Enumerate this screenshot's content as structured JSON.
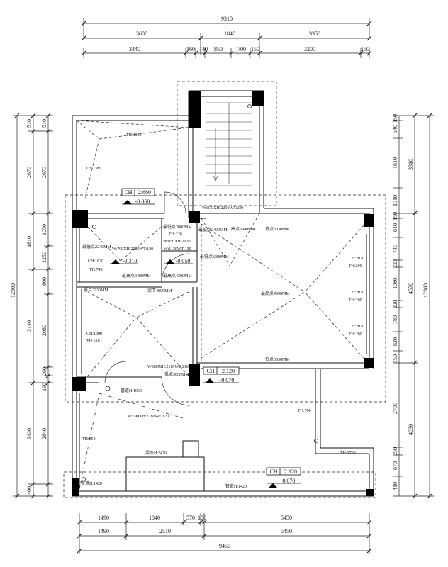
{
  "dimensions": {
    "top_total": "9310",
    "top_row1": [
      "3600",
      "1840",
      "3350"
    ],
    "top_row2": [
      "3440",
      "160",
      "140",
      "850",
      "700",
      "150",
      "3200",
      "150"
    ],
    "bottom_row1": [
      "1490",
      "1840",
      "570",
      "100",
      "5450"
    ],
    "bottom_row2": [
      "1490",
      "2510",
      "5450"
    ],
    "bottom_total": "9450",
    "left_outer_total": "12300",
    "left_row1": [
      "510",
      "2670",
      "1810",
      "3140",
      "3430",
      "400"
    ],
    "left_row2": [
      "510",
      "2670",
      "1050",
      "1250",
      "800",
      "2080",
      "260",
      "190",
      "2840"
    ],
    "right_outer_total": "12300",
    "right_row2": [
      "3310",
      "4570",
      "2700",
      "4030"
    ],
    "right_row1": [
      "150",
      "540",
      "1610",
      "1010",
      "150",
      "610",
      "740",
      "220",
      "1080",
      "220",
      "780",
      "620",
      "150",
      "250",
      "670",
      "410"
    ]
  },
  "ceiling_tags": [
    {
      "prefix": "CH",
      "value": "2.680",
      "level": "-0.060"
    },
    {
      "prefix": "CH",
      "value": "2.120",
      "level": "-0.070"
    },
    {
      "prefix": "CH",
      "value": "2.120",
      "level": "-0.070"
    }
  ],
  "levels": {
    "a": "-0.310",
    "b": "-0.050"
  },
  "labels": {
    "th1380a": "TH:1380",
    "th1380b": "TH:1380",
    "door1": "W:870XH:2210WT:230",
    "low2880": "最低点2880MM",
    "th220": "TH:220",
    "w850": "W:850XH:2020",
    "w790a": "W:790XH:2280WT:120",
    "w1130": "W:1130WT:130",
    "low2490": "最低点2490MM",
    "high3940": "高点3940MM",
    "low3030a": "低点3030MM",
    "low3280": "最低点3280MM",
    "low2240": "最低点2240MM",
    "ch1820": "CH:1820",
    "th740": "TH:740",
    "high4480": "最高点4480MM",
    "high4300": "最高点4300MM",
    "beam4000": "梁下4000MM",
    "low2730": "低点2730MM",
    "high4590": "最高点4590MM",
    "ch2070a": "CH:2070",
    "th290a": "TH:290",
    "ch2070b": "CH:2070",
    "th290b": "TH:290",
    "ch2070c": "CH:2070",
    "th290c": "TH:290",
    "ch1800": "CH:1800",
    "th610": "TH:610",
    "low3030b": "低点3030MM",
    "w890": "W:890XH:2110WT:210",
    "low3080": "低点3080MM",
    "pipe1960": "管道H:1960",
    "w790b": "W:790XH:2280WT:120",
    "th700": "TH:700",
    "th650": "TH:650",
    "beam2470": "梁底H:2470",
    "th1700": "TH:1700",
    "pipe1420a": "管道H:1420",
    "pipe1420b": "管道H:1420"
  }
}
